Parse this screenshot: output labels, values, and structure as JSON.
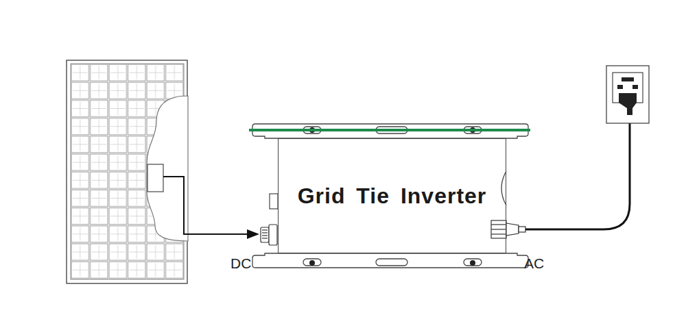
{
  "diagram": {
    "nodes": [
      {
        "text": [
          "Grid Tie Inverter"
        ]
      }
    ],
    "labels": [
      "DC",
      "AC"
    ]
  }
}
